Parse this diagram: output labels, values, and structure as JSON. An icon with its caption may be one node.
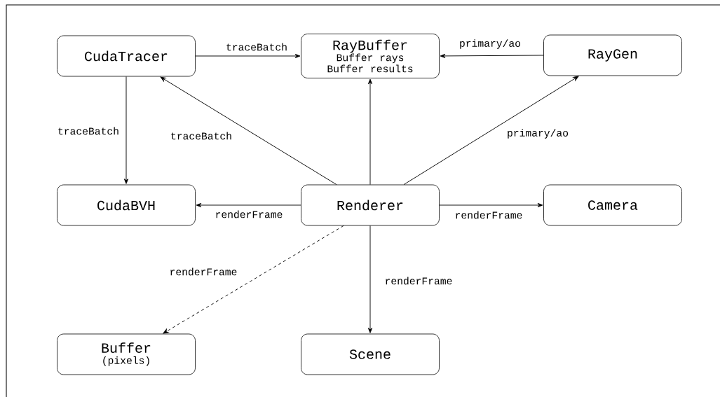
{
  "diagram": {
    "nodes": [
      {
        "text": [
          "CudaTracer"
        ]
      },
      {
        "text": [
          "RayBuffer",
          "Buffer rays",
          "Buffer results"
        ]
      },
      {
        "text": [
          "RayGen"
        ]
      },
      {
        "text": [
          "CudaBVH"
        ]
      },
      {
        "text": [
          "Renderer"
        ]
      },
      {
        "text": [
          "Camera"
        ]
      },
      {
        "text": [
          "Buffer",
          "(pixels)"
        ]
      },
      {
        "text": [
          "Scene"
        ]
      }
    ],
    "edges": [
      {
        "from": 0,
        "to": 1,
        "arrow": "to",
        "label": "traceBatch"
      },
      {
        "from": 2,
        "to": 1,
        "arrow": "to",
        "label": "primary/ao"
      },
      {
        "from": 0,
        "to": 3,
        "arrow": "to",
        "label": "traceBatch"
      },
      {
        "from": 4,
        "to": 0,
        "arrow": "to",
        "label": "traceBatch"
      },
      {
        "from": 4,
        "to": 1,
        "arrow": "to"
      },
      {
        "from": 4,
        "to": 2,
        "arrow": "to",
        "label": "primary/ao"
      },
      {
        "from": 4,
        "to": 3,
        "arrow": "to",
        "label": "renderFrame"
      },
      {
        "from": 4,
        "to": 5,
        "arrow": "to",
        "label": "renderFrame"
      },
      {
        "from": 4,
        "to": 6,
        "arrow": "to",
        "label": "renderFrame",
        "style": "dashed"
      },
      {
        "from": 4,
        "to": 7,
        "arrow": "to",
        "label": "renderFrame"
      }
    ]
  }
}
